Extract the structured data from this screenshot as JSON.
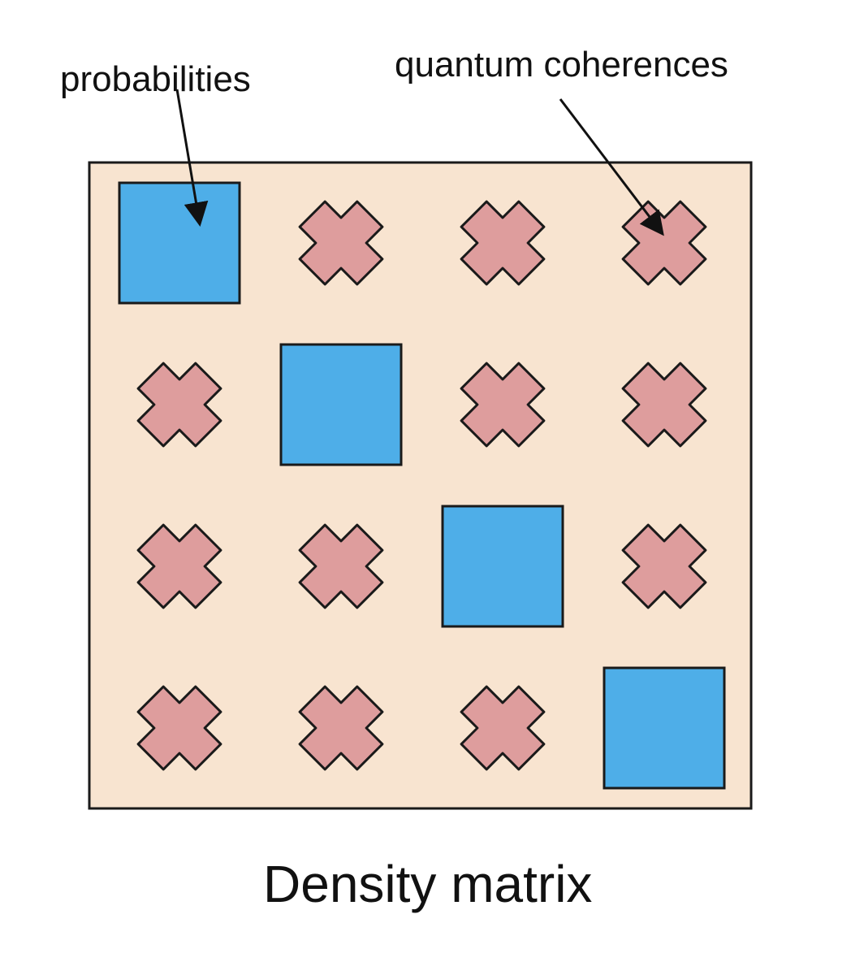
{
  "annotations": {
    "probabilities": "probabilities",
    "coherences": "quantum coherences"
  },
  "caption": "Density matrix",
  "matrix": {
    "size": 4,
    "diagonal_shape": "square",
    "off_diagonal_shape": "cross"
  },
  "colors": {
    "panel_fill": "#f8e4d0",
    "diagonal_fill": "#4eaee8",
    "off_diagonal_fill": "#de9d9d",
    "stroke": "#1a1a1a"
  },
  "icons": {
    "diagonal": "square-icon",
    "off_diagonal": "cross-icon"
  }
}
